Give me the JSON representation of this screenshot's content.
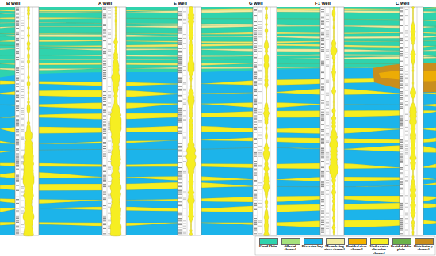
{
  "diagram": {
    "labels": [
      "B well",
      "A well",
      "E well",
      "G well",
      "F1 well",
      "C well"
    ],
    "legend": [
      {
        "text": "Flood Plain",
        "color": "#2fd3ad"
      },
      {
        "text": "Alluvial channel",
        "color": "#a6e27c"
      },
      {
        "text": "Diversion bay",
        "color": "#1cb4ea"
      },
      {
        "text": "Meandering river channel",
        "color": "#f2eca0"
      },
      {
        "text": "Braided river channel",
        "color": "#f5b400"
      },
      {
        "text": "Underwater diversion channel",
        "color": "#f6ee22"
      },
      {
        "text": "Braided delta plain",
        "color": "#6cb24a"
      },
      {
        "text": "Distributary channel",
        "color": "#c98e1c"
      }
    ]
  }
}
